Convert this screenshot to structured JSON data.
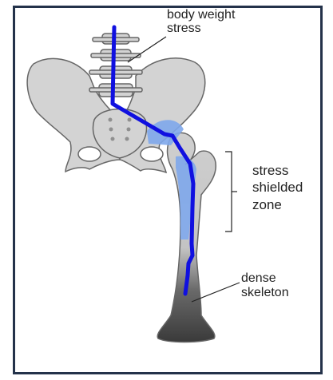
{
  "labels": {
    "body_weight": [
      "body weight",
      "stress"
    ],
    "stress_shielded": [
      "stress",
      "shielded",
      "zone"
    ],
    "dense_skeleton": [
      "dense",
      "skeleton"
    ]
  },
  "colors": {
    "bone_fill": "#d3d3d3",
    "bone_outline": "#666666",
    "stress_path": "#1010e0",
    "implant_highlight": "#7fa8ec",
    "dense_bone": "#3f3f3f",
    "frame": "#24324a"
  }
}
